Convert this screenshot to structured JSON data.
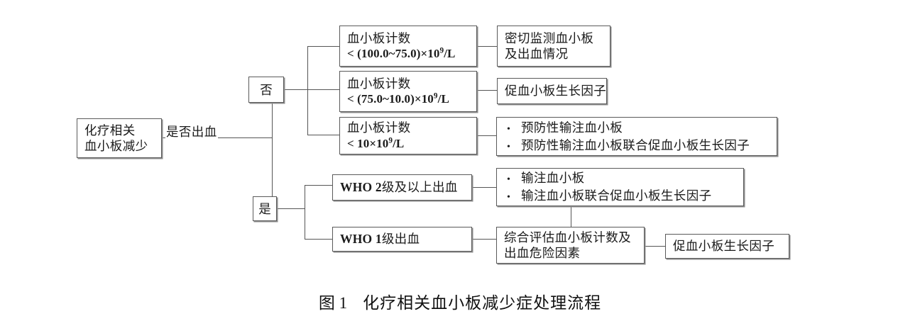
{
  "figure": {
    "caption_prefix": "图 1",
    "caption_text": "化疗相关血小板减少症处理流程"
  },
  "colors": {
    "background": "#ffffff",
    "box_border": "#5a5a5a",
    "box_shadow": "#8d8d8d",
    "connector": "#555555",
    "text": "#1a1a1a"
  },
  "flowchart": {
    "root": {
      "line1": "化疗相关",
      "line2": "血小板减少"
    },
    "root_edge_label": "是否出血",
    "decisions": {
      "no": "否",
      "yes": "是"
    },
    "no_branch": [
      {
        "condition_line1": "血小板计数",
        "condition_op": "<",
        "condition_value": "(100.0~75.0)×10",
        "condition_exp": "9",
        "condition_unit": "/L",
        "action_line1": "密切监测血小板",
        "action_line2": "及出血情况"
      },
      {
        "condition_line1": "血小板计数",
        "condition_op": "<",
        "condition_value": "(75.0~10.0)×10",
        "condition_exp": "9",
        "condition_unit": "/L",
        "action_line1": "促血小板生长因子"
      },
      {
        "condition_line1": "血小板计数",
        "condition_op": "<",
        "condition_value": "10×10",
        "condition_exp": "9",
        "condition_unit": "/L",
        "bullets": [
          "预防性输注血小板",
          "预防性输注血小板联合促血小板生长因子"
        ]
      }
    ],
    "yes_branch": [
      {
        "condition_bold": "WHO 2",
        "condition_rest": "级及以上出血",
        "bullets": [
          "输注血小板",
          "输注血小板联合促血小板生长因子"
        ]
      },
      {
        "condition_bold": "WHO 1",
        "condition_rest": "级出血",
        "assessment_line1": "综合评估血小板计数及",
        "assessment_line2": "出血危险因素",
        "outcome": "促血小板生长因子"
      }
    ],
    "bullet_glyph": "•"
  }
}
